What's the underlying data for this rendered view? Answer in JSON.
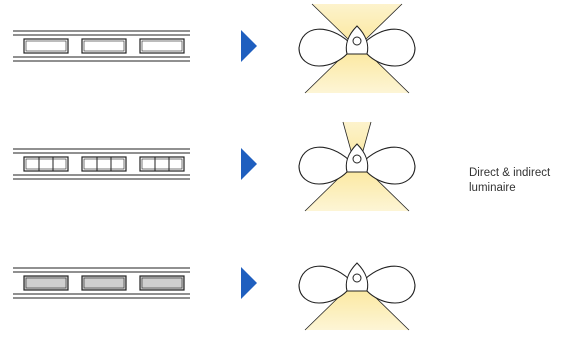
{
  "caption": {
    "text": "Direct & indirect luminaire"
  },
  "colors": {
    "arrow": "#1f5fbf",
    "beam": "#fbe9a3",
    "beam_fade": "#ffffff",
    "stroke": "#222222",
    "lens_grey": "#cfcfcf"
  },
  "rows": [
    {
      "id": "row-1",
      "lens_style": "clear",
      "beam": "up-and-down-wide"
    },
    {
      "id": "row-2",
      "lens_style": "segmented",
      "beam": "narrow-up-wide-down"
    },
    {
      "id": "row-3",
      "lens_style": "grey",
      "beam": "down-only"
    }
  ]
}
